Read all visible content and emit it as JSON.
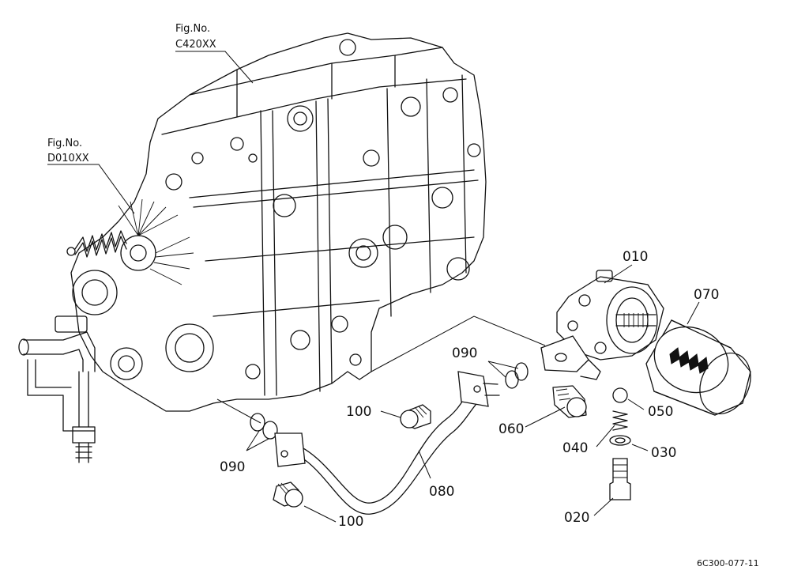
{
  "references": [
    {
      "id": "ref-c420",
      "line1": "Fig.No.",
      "line2": "C420XX"
    },
    {
      "id": "ref-d010",
      "line1": "Fig.No.",
      "line2": "D010XX"
    }
  ],
  "parts": {
    "p010": "010",
    "p020": "020",
    "p030": "030",
    "p040": "040",
    "p050": "050",
    "p060": "060",
    "p070": "070",
    "p080": "080",
    "p090a": "090",
    "p090b": "090",
    "p100a": "100",
    "p100b": "100"
  },
  "drawing_code": "6C300-077-11",
  "colors": {
    "ink": "#111111",
    "paper": "#ffffff"
  }
}
